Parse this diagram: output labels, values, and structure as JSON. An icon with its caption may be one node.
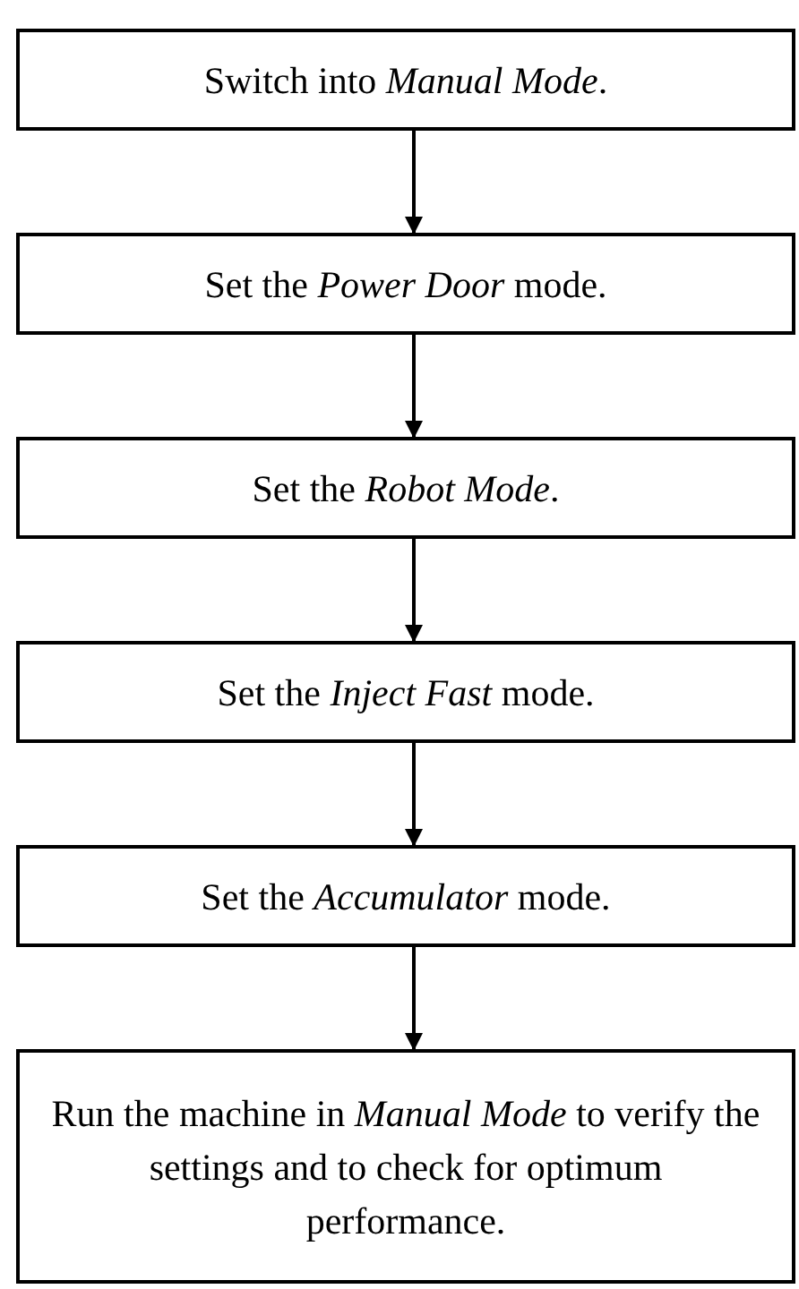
{
  "diagram": {
    "nodes": [
      {
        "text": [
          "Switch into *Manual Mode*."
        ]
      },
      {
        "text": [
          "Set the *Power Door* mode."
        ]
      },
      {
        "text": [
          "Set the *Robot Mode*."
        ]
      },
      {
        "text": [
          "Set the *Inject Fast* mode."
        ]
      },
      {
        "text": [
          "Set the *Accumulator* mode."
        ]
      },
      {
        "text": [
          "Run the machine in *Manual Mode* to verify the settings and to check for optimum performance."
        ]
      }
    ],
    "edges": [
      {
        "from": 0,
        "to": 1,
        "arrow": "to"
      },
      {
        "from": 1,
        "to": 2,
        "arrow": "to"
      },
      {
        "from": 2,
        "to": 3,
        "arrow": "to"
      },
      {
        "from": 3,
        "to": 4,
        "arrow": "to"
      },
      {
        "from": 4,
        "to": 5,
        "arrow": "to"
      }
    ]
  }
}
